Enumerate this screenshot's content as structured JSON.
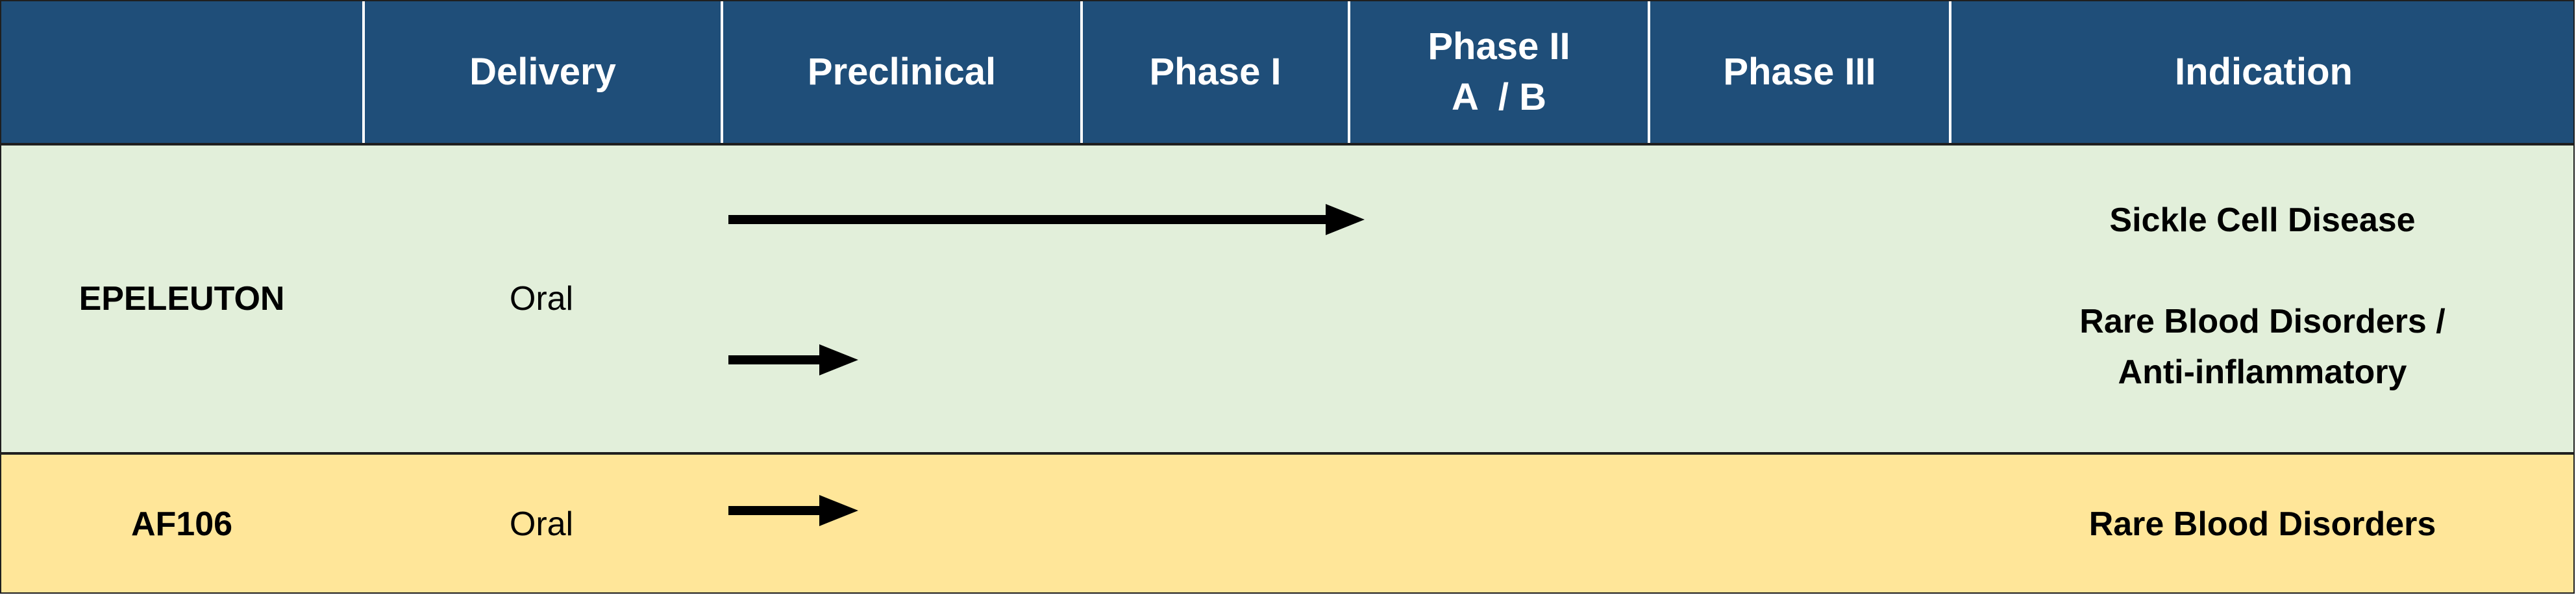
{
  "header": {
    "program": "",
    "delivery": "Delivery",
    "preclinical": "Preclinical",
    "phase1": "Phase I",
    "phase2_line1": "Phase II",
    "phase2_line2": "A  / B",
    "phase3": "Phase III",
    "indication": "Indication"
  },
  "rows": [
    {
      "program": "EPELEUTON",
      "delivery": "Oral",
      "indications": [
        {
          "line1": "Sickle Cell Disease",
          "line2": "",
          "progress_stage": "Phase I"
        },
        {
          "line1": "Rare Blood Disorders /",
          "line2": "Anti-inflammatory",
          "progress_stage": "Preclinical"
        }
      ]
    },
    {
      "program": "AF106",
      "delivery": "Oral",
      "indications": [
        {
          "line1": "Rare Blood Disorders",
          "line2": "",
          "progress_stage": "Preclinical"
        }
      ]
    }
  ],
  "colors": {
    "header_bg": "#1f4e79",
    "row1_bg": "#e2efda",
    "row2_bg": "#ffe699",
    "arrow": "#000000"
  }
}
